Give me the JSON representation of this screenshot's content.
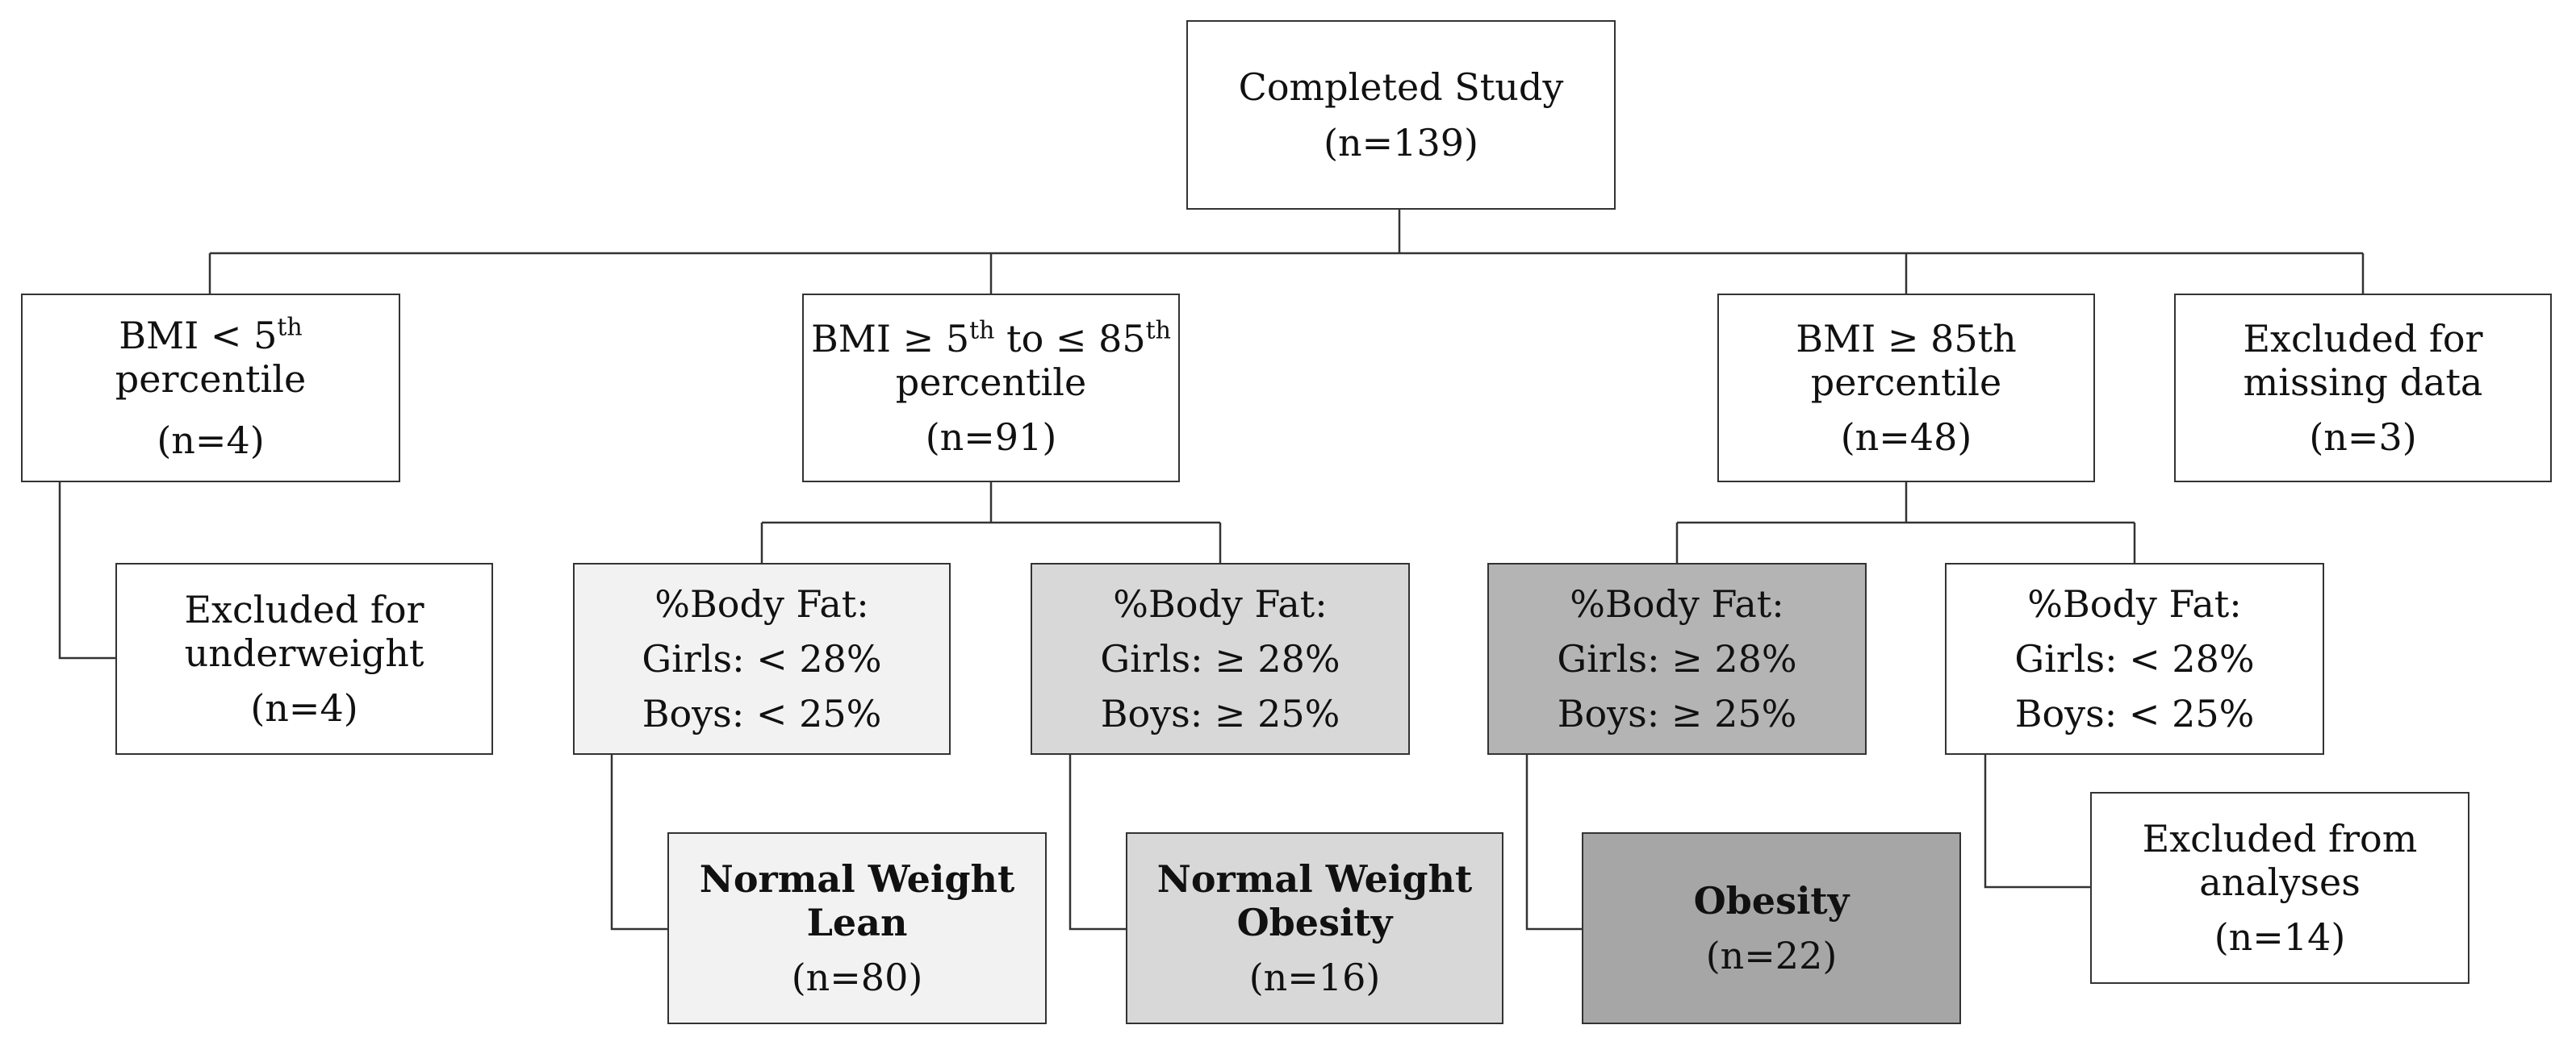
{
  "root": {
    "title": "Completed Study",
    "n": "(n=139)"
  },
  "bmi_under": {
    "line1": "BMI < 5",
    "sup": "th",
    "line2": "percentile",
    "n": "(n=4)"
  },
  "excluded_underweight": {
    "line1": "Excluded for",
    "line2": "underweight",
    "n": "(n=4)"
  },
  "bmi_normal": {
    "pre": "BMI ≥ 5",
    "sup1": "th",
    "mid": " to ≤ 85",
    "sup2": "th",
    "line2": "percentile",
    "n": "(n=91)"
  },
  "bmi_over": {
    "line1": "BMI ≥ 85th",
    "line2": "percentile",
    "n": "(n=48)"
  },
  "excluded_missing": {
    "line1": "Excluded for",
    "line2": "missing data",
    "n": "(n=3)"
  },
  "bodyfat_1": {
    "title": "%Body Fat:",
    "girls": "Girls: < 28%",
    "boys": "Boys: < 25%"
  },
  "bodyfat_2": {
    "title": "%Body Fat:",
    "girls": "Girls: ≥ 28%",
    "boys": "Boys: ≥ 25%"
  },
  "bodyfat_3": {
    "title": "%Body Fat:",
    "girls": "Girls: ≥ 28%",
    "boys": "Boys: ≥ 25%"
  },
  "bodyfat_4": {
    "title": "%Body Fat:",
    "girls": "Girls: < 28%",
    "boys": "Boys: < 25%"
  },
  "nwl": {
    "line1": "Normal Weight",
    "line2": "Lean",
    "n": "(n=80)"
  },
  "nwo": {
    "line1": "Normal Weight",
    "line2": "Obesity",
    "n": "(n=16)"
  },
  "obesity": {
    "line1": "Obesity",
    "n": "(n=22)"
  },
  "excluded_analyses": {
    "line1": "Excluded from",
    "line2": "analyses",
    "n": "(n=14)"
  },
  "colors": {
    "white": "#ffffff",
    "light_gray": "#f2f2f2",
    "mid_gray": "#d8d8d8",
    "dark_gray": "#b4b4b4",
    "darker_gray": "#a6a6a6",
    "line": "#333333"
  }
}
